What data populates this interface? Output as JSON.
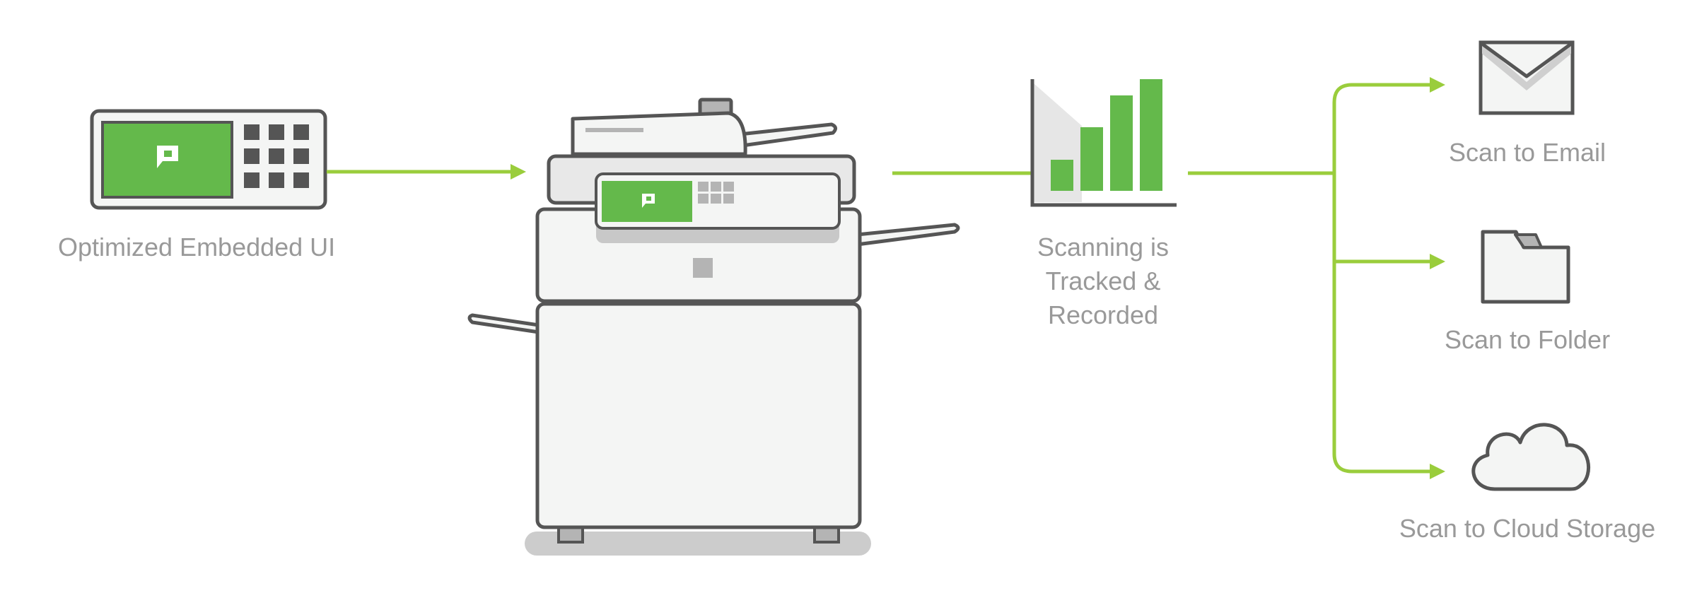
{
  "colors": {
    "green": "#64b94b",
    "arrow": "#9acd3c",
    "outline": "#555555",
    "fill_light": "#f4f5f4",
    "gray": "#b4b4b4",
    "label": "#999999"
  },
  "icons": [
    "embedded-ui-panel-icon",
    "printer-icon",
    "bar-chart-icon",
    "envelope-icon",
    "folder-icon",
    "cloud-icon",
    "papercut-logo-icon"
  ],
  "labels": {
    "embedded_ui": "Optimized Embedded UI",
    "tracked_line1": "Scanning is",
    "tracked_line2": "Tracked &",
    "tracked_line3": "Recorded",
    "email": "Scan to Email",
    "folder": "Scan to Folder",
    "cloud": "Scan to Cloud Storage"
  }
}
